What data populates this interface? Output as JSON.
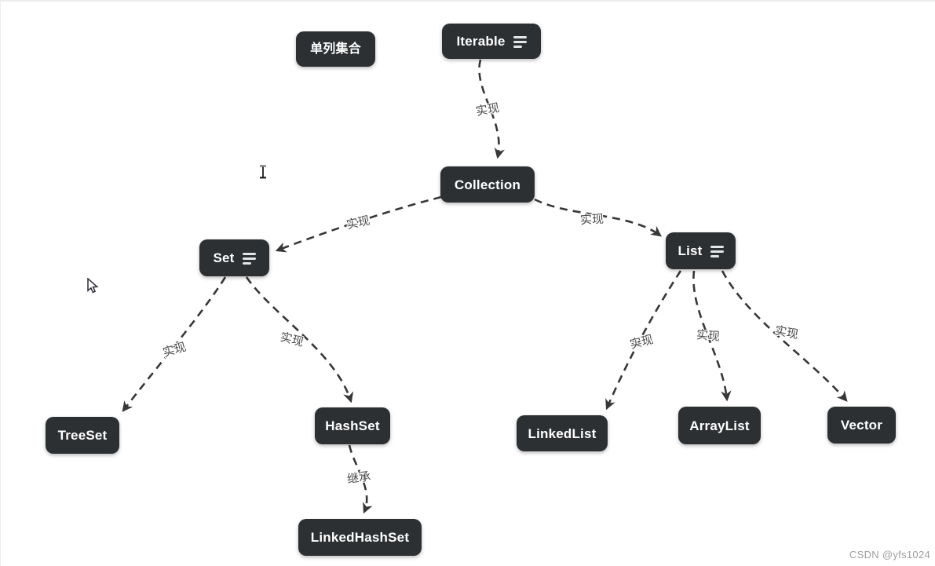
{
  "page": {
    "watermark": "CSDN @yfs1024",
    "background": "#ffffff"
  },
  "colors": {
    "node_bg": "#2d3033",
    "node_text": "#ffffff",
    "edge": "#353739",
    "edge_label": "#4a4a4a",
    "watermark": "#9e9e9e"
  },
  "diagram": {
    "topic": "单列集合",
    "nodes": [
      {
        "id": "danlie",
        "label": "单列集合",
        "notes_icon": false
      },
      {
        "id": "iterable",
        "label": "Iterable",
        "notes_icon": true
      },
      {
        "id": "collection",
        "label": "Collection",
        "notes_icon": false
      },
      {
        "id": "set",
        "label": "Set",
        "notes_icon": true
      },
      {
        "id": "list",
        "label": "List",
        "notes_icon": true
      },
      {
        "id": "treeset",
        "label": "TreeSet",
        "notes_icon": false
      },
      {
        "id": "hashset",
        "label": "HashSet",
        "notes_icon": false
      },
      {
        "id": "linkedhashset",
        "label": "LinkedHashSet",
        "notes_icon": false
      },
      {
        "id": "linkedlist",
        "label": "LinkedList",
        "notes_icon": false
      },
      {
        "id": "arraylist",
        "label": "ArrayList",
        "notes_icon": false
      },
      {
        "id": "vector",
        "label": "Vector",
        "notes_icon": false
      }
    ],
    "edges": [
      {
        "from": "Iterable",
        "to": "Collection",
        "label": "实现"
      },
      {
        "from": "Collection",
        "to": "Set",
        "label": "实现"
      },
      {
        "from": "Collection",
        "to": "List",
        "label": "实现"
      },
      {
        "from": "Set",
        "to": "TreeSet",
        "label": "实现"
      },
      {
        "from": "Set",
        "to": "HashSet",
        "label": "实现"
      },
      {
        "from": "HashSet",
        "to": "LinkedHashSet",
        "label": "继承"
      },
      {
        "from": "List",
        "to": "LinkedList",
        "label": "实现"
      },
      {
        "from": "List",
        "to": "ArrayList",
        "label": "实现"
      },
      {
        "from": "List",
        "to": "Vector",
        "label": "实现"
      }
    ]
  }
}
